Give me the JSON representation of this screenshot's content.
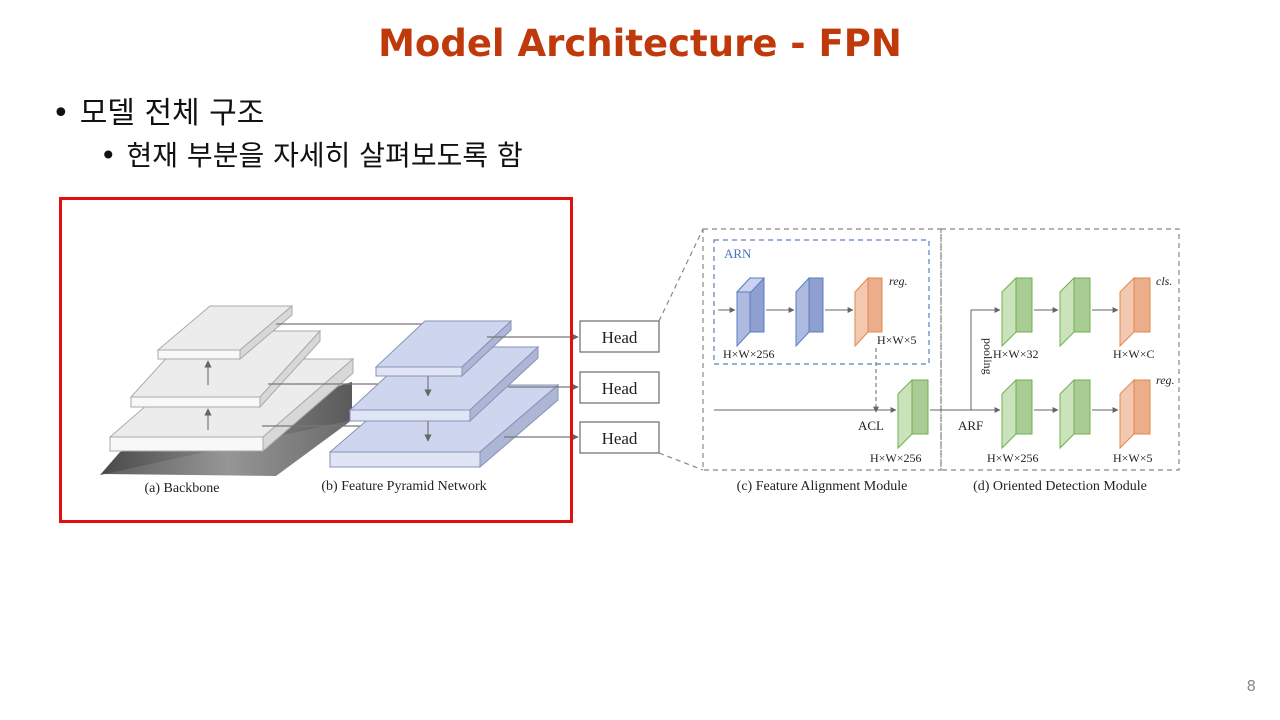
{
  "slide": {
    "title": "Model Architecture - FPN",
    "bullets": [
      {
        "text": "모델 전체 구조",
        "sub": [
          {
            "text": "현재 부분을 자세히 살펴보도록 함"
          }
        ]
      }
    ],
    "page_number": "8"
  },
  "diagram": {
    "highlight_color": "#e01010",
    "captions": {
      "backbone": "(a) Backbone",
      "fpn": "(b) Feature Pyramid Network",
      "fam": "(c) Feature Alignment Module",
      "odm": "(d) Oriented Detection Module"
    },
    "heads": [
      "Head",
      "Head",
      "Head"
    ],
    "arn_label": "ARN",
    "labels": {
      "reg1": "reg.",
      "cls": "cls.",
      "reg2": "reg.",
      "acl": "ACL",
      "arf": "ARF",
      "pooling": "pooling",
      "arn_dim": "H×W×256",
      "reg_dim": "H×W×5",
      "acl_dim": "H×W×256",
      "pool_dim": "H×W×32",
      "cls_dim": "H×W×C",
      "odm_dim": "H×W×256",
      "odm_reg_dim": "H×W×5"
    },
    "colors": {
      "blue_block": "#8f9fd0",
      "green_block": "#a9cc94",
      "orange_block": "#ecae8a",
      "fpn_plane": "#cdd6ee",
      "backbone_plane": "#eeeeee"
    }
  }
}
